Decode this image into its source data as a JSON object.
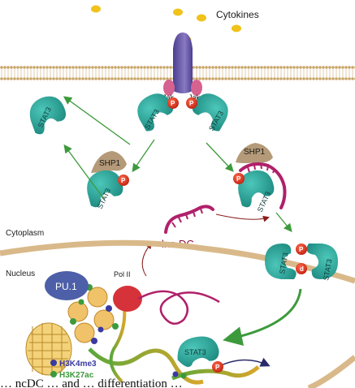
{
  "labels": {
    "cytokines": "Cytokines",
    "jak": "Jak",
    "stat3": "STAT3",
    "shp1": "SHP1",
    "p": "P",
    "d": "d",
    "pu1": "PU.1",
    "pol2": "Pol II",
    "lnc_dc": "lnc-DC",
    "cytoplasm": "Cytoplasm",
    "nucleus": "Nucleus",
    "h3k4me3": "H3K4me3",
    "h3k27ac": "H3K27ac"
  },
  "caption_fragment": "… ncDC … and … differentiation …",
  "colors": {
    "stat3": "#2aa69a",
    "stat3_dark": "#1f7f77",
    "shp1": "#b49a78",
    "phospho": "#d8341e",
    "receptor": "#6c5aa6",
    "receptor_tail": "#d6628f",
    "lnc_rna": "#b0206a",
    "cytokine": "#f0c21a",
    "membrane": "#d9b87b",
    "arrow_green": "#3c9a3c",
    "arrow_red": "#8a1e1e",
    "pu1": "#4d5fa8",
    "pol2": "#d6323a",
    "nuclear_envelope": "#d9b98a",
    "h3k4me3": "#3a3aa0",
    "h3k27ac": "#3c9a3c"
  }
}
